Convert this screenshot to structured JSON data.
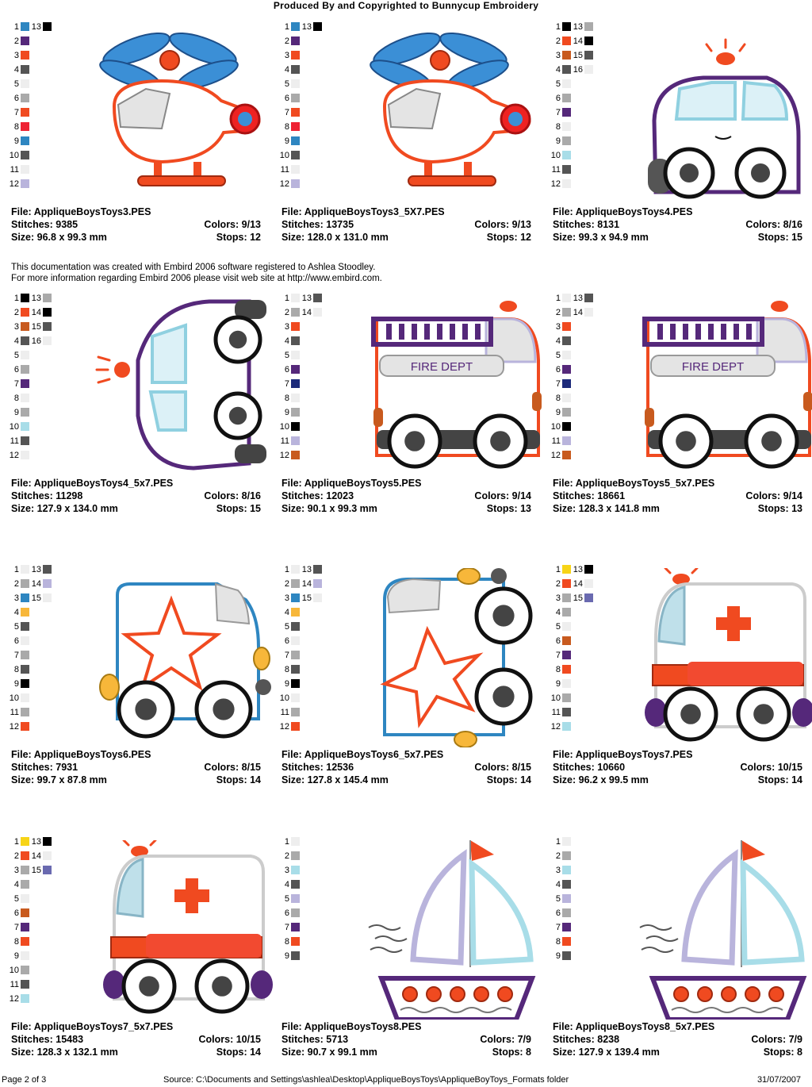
{
  "header": {
    "title": "Produced By and Copyrighted to Bunnycup Embroidery"
  },
  "note": {
    "line1": "This documentation was created with Embird 2006 software registered to Ashlea Stoodley.",
    "line2": "For more information regarding Embird 2006 please visit web site at http://www.embird.com."
  },
  "labels": {
    "file": "File:",
    "stitches": "Stitches:",
    "colors": "Colors:",
    "size": "Size:",
    "stops": "Stops:"
  },
  "designs": [
    {
      "art": "helicopter-icon",
      "file": "AppliqueBoysToys3.PES",
      "stitches": "9385",
      "colors": "9/13",
      "size": "96.8 x 99.3 mm",
      "stops": "12",
      "palette": [
        {
          "n": "1",
          "c": "#2e86c1"
        },
        {
          "n": "2",
          "c": "#55287a"
        },
        {
          "n": "3",
          "c": "#f04a20"
        },
        {
          "n": "4",
          "c": "#555555"
        },
        {
          "n": "5",
          "c": "#eeeeee"
        },
        {
          "n": "6",
          "c": "#aaaaaa"
        },
        {
          "n": "7",
          "c": "#f04a20"
        },
        {
          "n": "8",
          "c": "#ee2233"
        },
        {
          "n": "9",
          "c": "#2e86c1"
        },
        {
          "n": "10",
          "c": "#555555"
        },
        {
          "n": "11",
          "c": "#eeeeee"
        },
        {
          "n": "12",
          "c": "#b9b4dc"
        },
        {
          "n": "13",
          "c": "#000000"
        }
      ]
    },
    {
      "art": "helicopter-icon",
      "file": "AppliqueBoysToys3_5X7.PES",
      "stitches": "13735",
      "colors": "9/13",
      "size": "128.0 x 131.0 mm",
      "stops": "12",
      "palette": [
        {
          "n": "1",
          "c": "#2e86c1"
        },
        {
          "n": "2",
          "c": "#55287a"
        },
        {
          "n": "3",
          "c": "#f04a20"
        },
        {
          "n": "4",
          "c": "#555555"
        },
        {
          "n": "5",
          "c": "#eeeeee"
        },
        {
          "n": "6",
          "c": "#aaaaaa"
        },
        {
          "n": "7",
          "c": "#f04a20"
        },
        {
          "n": "8",
          "c": "#ee2233"
        },
        {
          "n": "9",
          "c": "#2e86c1"
        },
        {
          "n": "10",
          "c": "#555555"
        },
        {
          "n": "11",
          "c": "#eeeeee"
        },
        {
          "n": "12",
          "c": "#b9b4dc"
        },
        {
          "n": "13",
          "c": "#000000"
        }
      ]
    },
    {
      "art": "police-car-icon",
      "file": "AppliqueBoysToys4.PES",
      "stitches": "8131",
      "colors": "8/16",
      "size": "99.3 x 94.9 mm",
      "stops": "15",
      "palette": [
        {
          "n": "1",
          "c": "#000000"
        },
        {
          "n": "2",
          "c": "#f04a20"
        },
        {
          "n": "3",
          "c": "#c85a1e"
        },
        {
          "n": "4",
          "c": "#555555"
        },
        {
          "n": "5",
          "c": "#eeeeee"
        },
        {
          "n": "6",
          "c": "#aaaaaa"
        },
        {
          "n": "7",
          "c": "#55287a"
        },
        {
          "n": "8",
          "c": "#eeeeee"
        },
        {
          "n": "9",
          "c": "#aaaaaa"
        },
        {
          "n": "10",
          "c": "#a8dde8"
        },
        {
          "n": "11",
          "c": "#555555"
        },
        {
          "n": "12",
          "c": "#eeeeee"
        },
        {
          "n": "13",
          "c": "#aaaaaa"
        },
        {
          "n": "14",
          "c": "#000000"
        },
        {
          "n": "15",
          "c": "#555555"
        },
        {
          "n": "16",
          "c": "#eeeeee"
        }
      ]
    },
    {
      "art": "police-car-rotated-icon",
      "file": "AppliqueBoysToys4_5x7.PES",
      "stitches": "11298",
      "colors": "8/16",
      "size": "127.9 x 134.0 mm",
      "stops": "15",
      "palette": [
        {
          "n": "1",
          "c": "#000000"
        },
        {
          "n": "2",
          "c": "#f04a20"
        },
        {
          "n": "3",
          "c": "#c85a1e"
        },
        {
          "n": "4",
          "c": "#555555"
        },
        {
          "n": "5",
          "c": "#eeeeee"
        },
        {
          "n": "6",
          "c": "#aaaaaa"
        },
        {
          "n": "7",
          "c": "#55287a"
        },
        {
          "n": "8",
          "c": "#eeeeee"
        },
        {
          "n": "9",
          "c": "#aaaaaa"
        },
        {
          "n": "10",
          "c": "#a8dde8"
        },
        {
          "n": "11",
          "c": "#555555"
        },
        {
          "n": "12",
          "c": "#eeeeee"
        },
        {
          "n": "13",
          "c": "#aaaaaa"
        },
        {
          "n": "14",
          "c": "#000000"
        },
        {
          "n": "15",
          "c": "#555555"
        },
        {
          "n": "16",
          "c": "#eeeeee"
        }
      ]
    },
    {
      "art": "fire-truck-icon",
      "file": "AppliqueBoysToys5.PES",
      "stitches": "12023",
      "colors": "9/14",
      "size": "90.1 x 99.3 mm",
      "stops": "13",
      "palette": [
        {
          "n": "1",
          "c": "#eeeeee"
        },
        {
          "n": "2",
          "c": "#aaaaaa"
        },
        {
          "n": "3",
          "c": "#f04a20"
        },
        {
          "n": "4",
          "c": "#555555"
        },
        {
          "n": "5",
          "c": "#eeeeee"
        },
        {
          "n": "6",
          "c": "#55287a"
        },
        {
          "n": "7",
          "c": "#1c2a7a"
        },
        {
          "n": "8",
          "c": "#eeeeee"
        },
        {
          "n": "9",
          "c": "#aaaaaa"
        },
        {
          "n": "10",
          "c": "#000000"
        },
        {
          "n": "11",
          "c": "#b9b4dc"
        },
        {
          "n": "12",
          "c": "#c85a1e"
        },
        {
          "n": "13",
          "c": "#555555"
        },
        {
          "n": "14",
          "c": "#eeeeee"
        }
      ],
      "fireLabel": "FIRE DEPT"
    },
    {
      "art": "fire-truck-icon",
      "file": "AppliqueBoysToys5_5x7.PES",
      "stitches": "18661",
      "colors": "9/14",
      "size": "128.3 x 141.8 mm",
      "stops": "13",
      "palette": [
        {
          "n": "1",
          "c": "#eeeeee"
        },
        {
          "n": "2",
          "c": "#aaaaaa"
        },
        {
          "n": "3",
          "c": "#f04a20"
        },
        {
          "n": "4",
          "c": "#555555"
        },
        {
          "n": "5",
          "c": "#eeeeee"
        },
        {
          "n": "6",
          "c": "#55287a"
        },
        {
          "n": "7",
          "c": "#1c2a7a"
        },
        {
          "n": "8",
          "c": "#eeeeee"
        },
        {
          "n": "9",
          "c": "#aaaaaa"
        },
        {
          "n": "10",
          "c": "#000000"
        },
        {
          "n": "11",
          "c": "#b9b4dc"
        },
        {
          "n": "12",
          "c": "#c85a1e"
        },
        {
          "n": "13",
          "c": "#555555"
        },
        {
          "n": "14",
          "c": "#eeeeee"
        }
      ],
      "fireLabel": "FIRE DEPT"
    },
    {
      "art": "star-car-icon",
      "file": "AppliqueBoysToys6.PES",
      "stitches": "7931",
      "colors": "8/15",
      "size": "99.7 x 87.8 mm",
      "stops": "14",
      "palette": [
        {
          "n": "1",
          "c": "#eeeeee"
        },
        {
          "n": "2",
          "c": "#aaaaaa"
        },
        {
          "n": "3",
          "c": "#2e86c1"
        },
        {
          "n": "4",
          "c": "#f7b73a"
        },
        {
          "n": "5",
          "c": "#555555"
        },
        {
          "n": "6",
          "c": "#eeeeee"
        },
        {
          "n": "7",
          "c": "#aaaaaa"
        },
        {
          "n": "8",
          "c": "#555555"
        },
        {
          "n": "9",
          "c": "#000000"
        },
        {
          "n": "10",
          "c": "#eeeeee"
        },
        {
          "n": "11",
          "c": "#aaaaaa"
        },
        {
          "n": "12",
          "c": "#f04a20"
        },
        {
          "n": "13",
          "c": "#555555"
        },
        {
          "n": "14",
          "c": "#b9b4dc"
        },
        {
          "n": "15",
          "c": "#eeeeee"
        }
      ]
    },
    {
      "art": "star-car-rotated-icon",
      "file": "AppliqueBoysToys6_5x7.PES",
      "stitches": "12536",
      "colors": "8/15",
      "size": "127.8 x 145.4 mm",
      "stops": "14",
      "palette": [
        {
          "n": "1",
          "c": "#eeeeee"
        },
        {
          "n": "2",
          "c": "#aaaaaa"
        },
        {
          "n": "3",
          "c": "#2e86c1"
        },
        {
          "n": "4",
          "c": "#f7b73a"
        },
        {
          "n": "5",
          "c": "#555555"
        },
        {
          "n": "6",
          "c": "#eeeeee"
        },
        {
          "n": "7",
          "c": "#aaaaaa"
        },
        {
          "n": "8",
          "c": "#555555"
        },
        {
          "n": "9",
          "c": "#000000"
        },
        {
          "n": "10",
          "c": "#eeeeee"
        },
        {
          "n": "11",
          "c": "#aaaaaa"
        },
        {
          "n": "12",
          "c": "#f04a20"
        },
        {
          "n": "13",
          "c": "#555555"
        },
        {
          "n": "14",
          "c": "#b9b4dc"
        },
        {
          "n": "15",
          "c": "#eeeeee"
        }
      ]
    },
    {
      "art": "ambulance-icon",
      "file": "AppliqueBoysToys7.PES",
      "stitches": "10660",
      "colors": "10/15",
      "size": "96.2 x 99.5 mm",
      "stops": "14",
      "palette": [
        {
          "n": "1",
          "c": "#f7d417"
        },
        {
          "n": "2",
          "c": "#f04a20"
        },
        {
          "n": "3",
          "c": "#aaaaaa"
        },
        {
          "n": "4",
          "c": "#aaaaaa"
        },
        {
          "n": "5",
          "c": "#eeeeee"
        },
        {
          "n": "6",
          "c": "#c85a1e"
        },
        {
          "n": "7",
          "c": "#55287a"
        },
        {
          "n": "8",
          "c": "#f04a20"
        },
        {
          "n": "9",
          "c": "#eeeeee"
        },
        {
          "n": "10",
          "c": "#aaaaaa"
        },
        {
          "n": "11",
          "c": "#555555"
        },
        {
          "n": "12",
          "c": "#a8dde8"
        },
        {
          "n": "13",
          "c": "#000000"
        },
        {
          "n": "14",
          "c": "#eeeeee"
        },
        {
          "n": "15",
          "c": "#6a6ab0"
        }
      ]
    },
    {
      "art": "ambulance-icon",
      "file": "AppliqueBoysToys7_5x7.PES",
      "stitches": "15483",
      "colors": "10/15",
      "size": "128.3 x 132.1 mm",
      "stops": "14",
      "palette": [
        {
          "n": "1",
          "c": "#f7d417"
        },
        {
          "n": "2",
          "c": "#f04a20"
        },
        {
          "n": "3",
          "c": "#aaaaaa"
        },
        {
          "n": "4",
          "c": "#aaaaaa"
        },
        {
          "n": "5",
          "c": "#eeeeee"
        },
        {
          "n": "6",
          "c": "#c85a1e"
        },
        {
          "n": "7",
          "c": "#55287a"
        },
        {
          "n": "8",
          "c": "#f04a20"
        },
        {
          "n": "9",
          "c": "#eeeeee"
        },
        {
          "n": "10",
          "c": "#aaaaaa"
        },
        {
          "n": "11",
          "c": "#555555"
        },
        {
          "n": "12",
          "c": "#a8dde8"
        },
        {
          "n": "13",
          "c": "#000000"
        },
        {
          "n": "14",
          "c": "#eeeeee"
        },
        {
          "n": "15",
          "c": "#6a6ab0"
        }
      ]
    },
    {
      "art": "sailboat-icon",
      "file": "AppliqueBoysToys8.PES",
      "stitches": "5713",
      "colors": "7/9",
      "size": "90.7 x 99.1 mm",
      "stops": "8",
      "palette": [
        {
          "n": "1",
          "c": "#eeeeee"
        },
        {
          "n": "2",
          "c": "#aaaaaa"
        },
        {
          "n": "3",
          "c": "#a8dde8"
        },
        {
          "n": "4",
          "c": "#555555"
        },
        {
          "n": "5",
          "c": "#b9b4dc"
        },
        {
          "n": "6",
          "c": "#aaaaaa"
        },
        {
          "n": "7",
          "c": "#55287a"
        },
        {
          "n": "8",
          "c": "#f04a20"
        },
        {
          "n": "9",
          "c": "#555555"
        }
      ]
    },
    {
      "art": "sailboat-icon",
      "file": "AppliqueBoysToys8_5x7.PES",
      "stitches": "8238",
      "colors": "7/9",
      "size": "127.9 x 139.4 mm",
      "stops": "8",
      "palette": [
        {
          "n": "1",
          "c": "#eeeeee"
        },
        {
          "n": "2",
          "c": "#aaaaaa"
        },
        {
          "n": "3",
          "c": "#a8dde8"
        },
        {
          "n": "4",
          "c": "#555555"
        },
        {
          "n": "5",
          "c": "#b9b4dc"
        },
        {
          "n": "6",
          "c": "#aaaaaa"
        },
        {
          "n": "7",
          "c": "#55287a"
        },
        {
          "n": "8",
          "c": "#f04a20"
        },
        {
          "n": "9",
          "c": "#555555"
        }
      ]
    }
  ],
  "footer": {
    "page": "Page 2 of 3",
    "source": "Source: C:\\Documents and Settings\\ashlea\\Desktop\\AppliqueBoysToys\\AppliqueBoyToys_Formats folder",
    "date": "31/07/2007"
  }
}
